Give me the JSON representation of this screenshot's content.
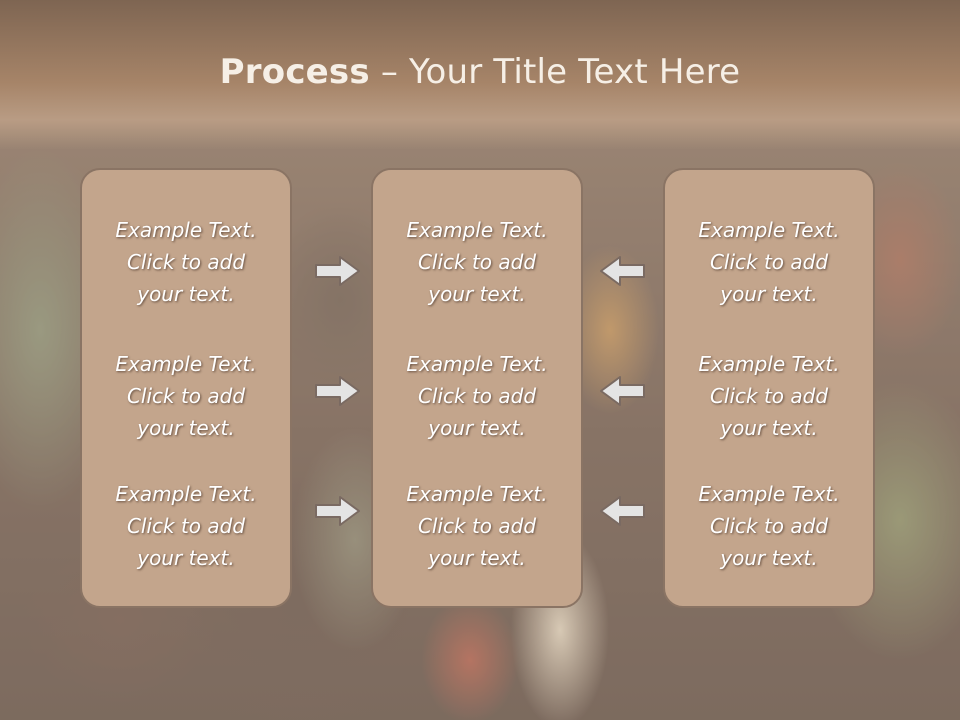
{
  "slide": {
    "title_strong": "Process",
    "title_separator": " – ",
    "title_rest": "Your Title Text Here",
    "colors": {
      "title_band": "#a68468",
      "box_fill": "#c3a58c",
      "box_border": "#8a7464",
      "arrow_fill": "#e4e4e4",
      "arrow_stroke": "#7a6a62"
    }
  },
  "columns": [
    {
      "items": [
        {
          "line1": "Example Text.",
          "line2": "Click  to add",
          "line3": "your text."
        },
        {
          "line1": "Example Text.",
          "line2": "Click  to add",
          "line3": "your text."
        },
        {
          "line1": "Example Text.",
          "line2": "Click  to add",
          "line3": "your text."
        }
      ]
    },
    {
      "items": [
        {
          "line1": "Example Text.",
          "line2": "Click  to add",
          "line3": "your text."
        },
        {
          "line1": "Example Text.",
          "line2": "Click  to add",
          "line3": "your text."
        },
        {
          "line1": "Example Text.",
          "line2": "Click  to add",
          "line3": "your text."
        }
      ]
    },
    {
      "items": [
        {
          "line1": "Example Text.",
          "line2": "Click  to add",
          "line3": "your text."
        },
        {
          "line1": "Example Text.",
          "line2": "Click  to add",
          "line3": "your text."
        },
        {
          "line1": "Example Text.",
          "line2": "Click  to add",
          "line3": "your text."
        }
      ]
    }
  ],
  "arrows": {
    "left_group": [
      "arrow-right-icon",
      "arrow-right-icon",
      "arrow-right-icon"
    ],
    "right_group": [
      "arrow-left-icon",
      "arrow-left-icon",
      "arrow-left-icon"
    ]
  }
}
